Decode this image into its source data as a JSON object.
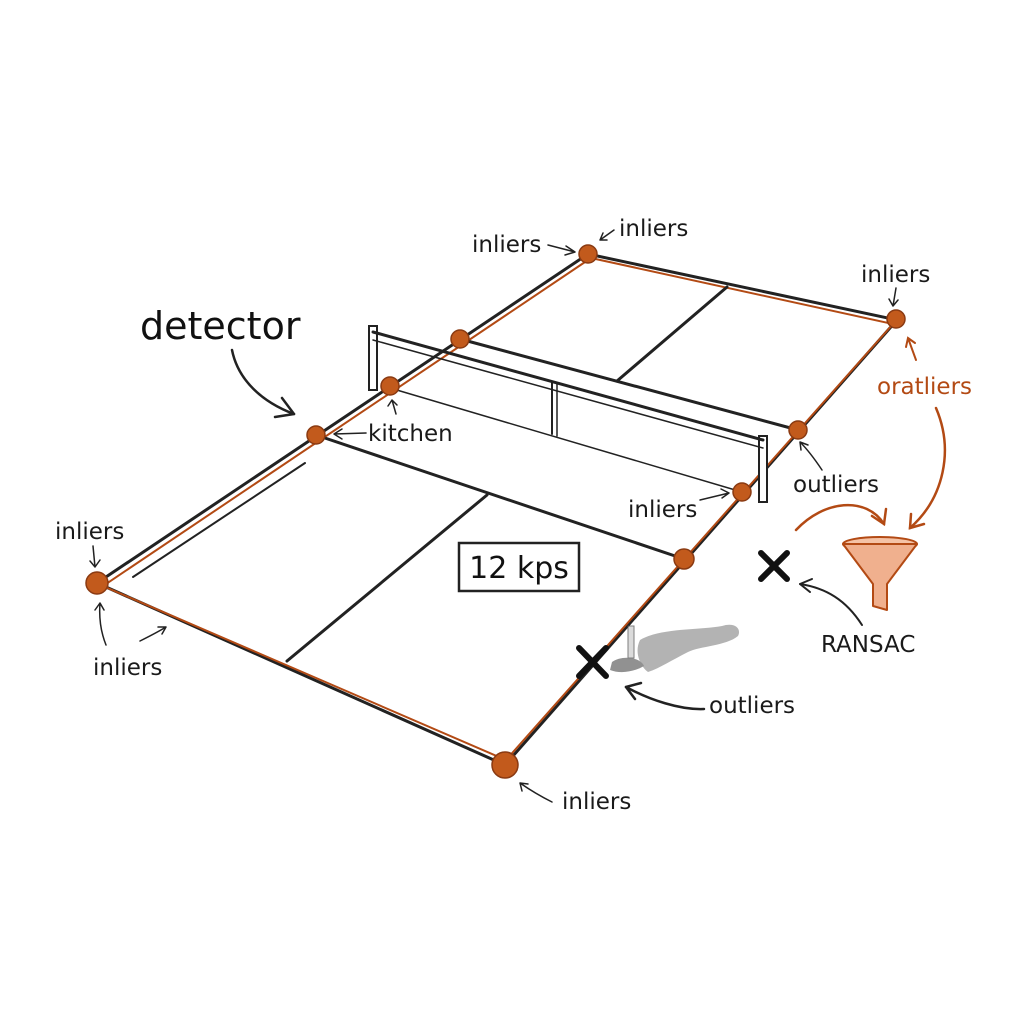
{
  "colors": {
    "keypoint": "#c25a1c",
    "accent": "#b34a14",
    "ink": "#222222",
    "funnel": "#f0b08e"
  },
  "labels": {
    "detector": "detector",
    "kitchen": "kitchen",
    "fps": "12 kps",
    "ransac": "RANSAC",
    "inliers_top_left": "inliers",
    "inliers_top_center": "inliers",
    "inliers_top_right": "inliers",
    "inliers_left": "inliers",
    "inliers_left_bottom": "inliers",
    "inliers_middle": "inliers",
    "inliers_bottom": "inliers",
    "outliers_right": "outliers",
    "outliers_right_typo": "oratliers",
    "outliers_bottom": "outliers"
  },
  "icons": {
    "outlier_marker": "x-mark-icon",
    "ransac_filter": "funnel-icon"
  }
}
